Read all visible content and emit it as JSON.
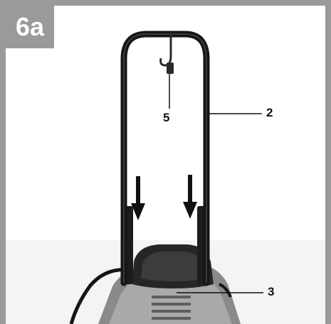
{
  "figure": {
    "label": "6a",
    "callouts": [
      {
        "id": "5",
        "text": "5"
      },
      {
        "id": "2",
        "text": "2"
      },
      {
        "id": "3",
        "text": "3"
      }
    ]
  },
  "colors": {
    "frame": "#9a9a9a",
    "handle": "#1a1a1a",
    "housing": "#7d7d7d",
    "housing_dark": "#2a2a2a"
  }
}
